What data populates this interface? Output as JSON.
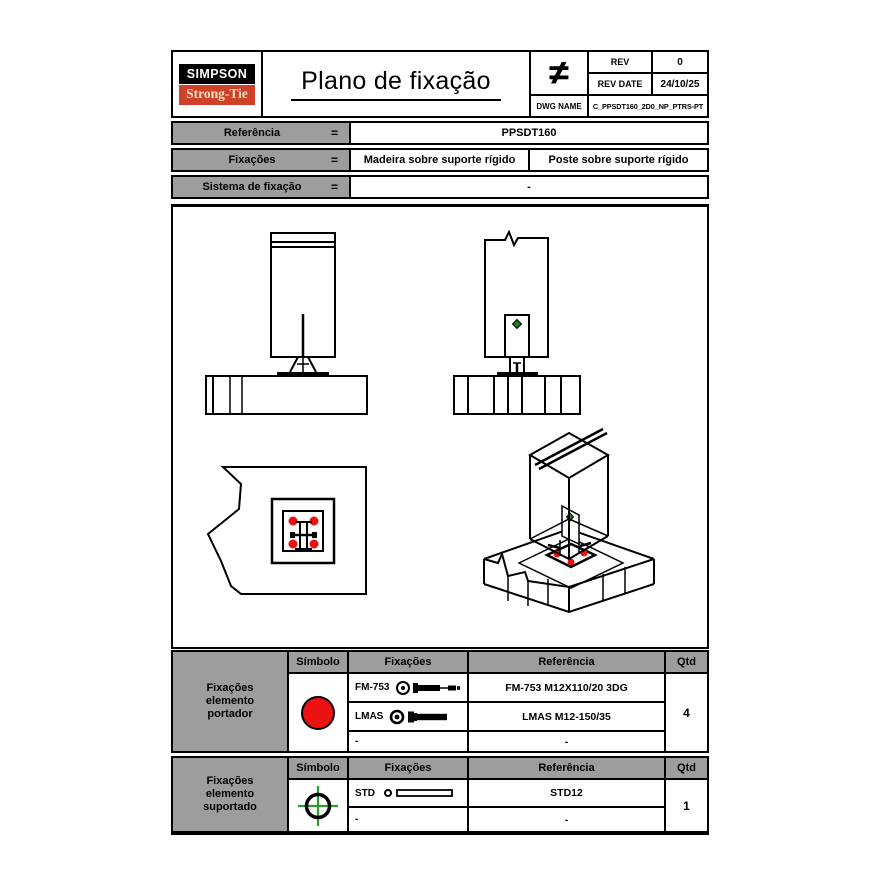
{
  "header": {
    "logo": {
      "top": "SIMPSON",
      "bottom": "Strong-Tie"
    },
    "title": "Plano de fixação",
    "projection_symbol": "≠",
    "rev": {
      "label": "REV",
      "value": "0"
    },
    "rev_date": {
      "label": "REV DATE",
      "value": "24/10/25"
    },
    "dwg": {
      "label": "DWG NAME",
      "value": "C_PPSDT160_2D0_NP_PTRS-PT"
    }
  },
  "reference": {
    "rows": [
      {
        "label": "Referência",
        "eq": "=",
        "value": "PPSDT160"
      },
      {
        "label": "Fixações",
        "eq": "=",
        "value_left": "Madeira sobre suporte rígido",
        "value_right": "Poste sobre suporte rígido"
      },
      {
        "label": "Sistema de fixação",
        "eq": "=",
        "value": "-"
      }
    ]
  },
  "fixings": {
    "portador": {
      "group_label": "Fixações elemento portador",
      "col_symbol": "Símbolo",
      "col_fixings": "Fixações",
      "col_reference": "Referência",
      "col_qty": "Qtd",
      "symbol_name": "red-circle-anchor-symbol",
      "rows": [
        {
          "name": "FM-753",
          "icon": "wedge-anchor-bolt-icon",
          "reference": "FM-753 M12X110/20 3DG"
        },
        {
          "name": "LMAS",
          "icon": "screw-anchor-icon",
          "reference": "LMAS M12-150/35"
        },
        {
          "name": "-",
          "icon": "",
          "reference": "-"
        }
      ],
      "qty": "4"
    },
    "suportado": {
      "group_label": "Fixações elemento suportado",
      "col_symbol": "Símbolo",
      "col_fixings": "Fixações",
      "col_reference": "Referência",
      "col_qty": "Qtd",
      "symbol_name": "green-crosshair-symbol",
      "rows": [
        {
          "name": "STD",
          "icon": "dowel-rod-icon",
          "reference": "STD12"
        },
        {
          "name": "-",
          "icon": "",
          "reference": "-"
        }
      ],
      "qty": "1"
    }
  },
  "colors": {
    "logo_red": "#d0412a",
    "logo_cream": "#f2e0ba",
    "table_gray": "#9d9d9d",
    "anchor_red": "#ee1111",
    "fastener_green": "#2e9b2e",
    "fastener_dot_green": "#1e7d1e"
  }
}
